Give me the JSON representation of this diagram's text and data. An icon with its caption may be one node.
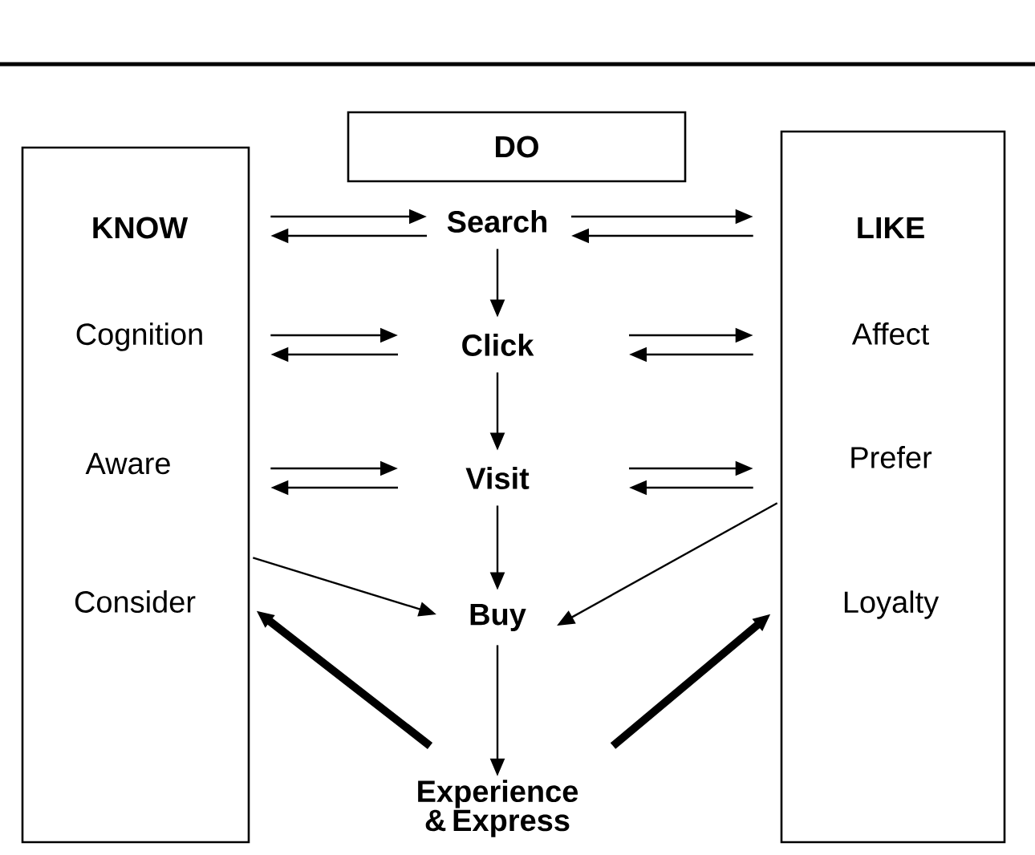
{
  "diagram": {
    "nodes": [
      {
        "text": [
          "DO"
        ]
      },
      {
        "text": [
          "KNOW",
          "Cognition",
          "Aware",
          "Consider"
        ]
      },
      {
        "text": [
          "LIKE",
          "Affect",
          "Prefer",
          "Loyalty"
        ]
      },
      {
        "text": [
          "Search"
        ]
      },
      {
        "text": [
          "Click"
        ]
      },
      {
        "text": [
          "Visit"
        ]
      },
      {
        "text": [
          "Buy"
        ]
      },
      {
        "text": [
          "Experience & Express"
        ]
      }
    ],
    "edges": [
      {
        "from": 1,
        "to": 3,
        "arrow": "to"
      },
      {
        "from": 3,
        "to": 1,
        "arrow": "to"
      },
      {
        "from": 3,
        "to": 2,
        "arrow": "to"
      },
      {
        "from": 2,
        "to": 3,
        "arrow": "to"
      },
      {
        "from": 1,
        "to": 4,
        "arrow": "to"
      },
      {
        "from": 4,
        "to": 1,
        "arrow": "to"
      },
      {
        "from": 4,
        "to": 2,
        "arrow": "to"
      },
      {
        "from": 2,
        "to": 4,
        "arrow": "to"
      },
      {
        "from": 1,
        "to": 5,
        "arrow": "to"
      },
      {
        "from": 5,
        "to": 1,
        "arrow": "to"
      },
      {
        "from": 5,
        "to": 2,
        "arrow": "to"
      },
      {
        "from": 2,
        "to": 5,
        "arrow": "to"
      },
      {
        "from": 3,
        "to": 4,
        "arrow": "to"
      },
      {
        "from": 4,
        "to": 5,
        "arrow": "to"
      },
      {
        "from": 5,
        "to": 6,
        "arrow": "to"
      },
      {
        "from": 6,
        "to": 7,
        "arrow": "to"
      },
      {
        "from": 1,
        "to": 6,
        "arrow": "to"
      },
      {
        "from": 2,
        "to": 6,
        "arrow": "to"
      },
      {
        "from": 7,
        "to": 1,
        "arrow": "to",
        "style": "thick"
      },
      {
        "from": 7,
        "to": 2,
        "arrow": "to",
        "style": "thick"
      }
    ]
  }
}
